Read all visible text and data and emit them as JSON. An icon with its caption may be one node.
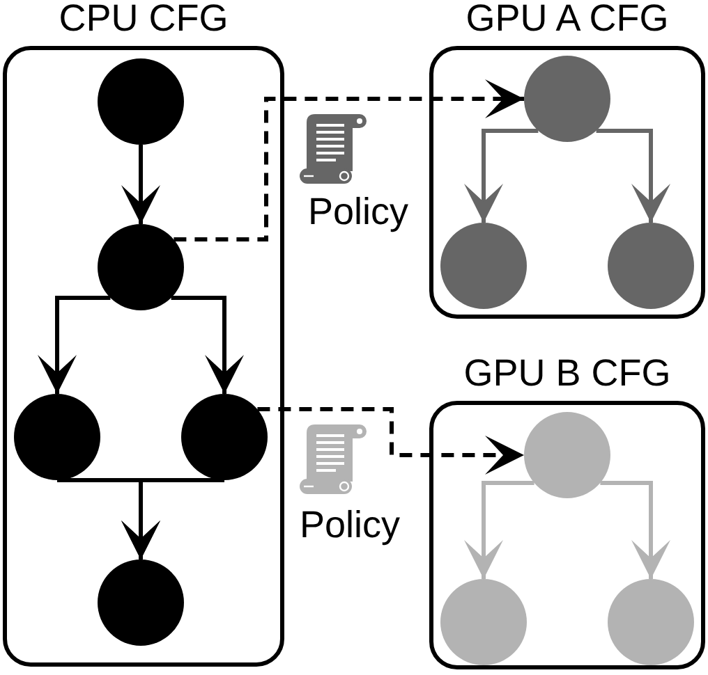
{
  "diagram": {
    "nodes": [
      {
        "text": [
          "CPU CFG"
        ]
      },
      {
        "text": [],
        "shape": "circle",
        "in": 0
      },
      {
        "text": [],
        "shape": "circle",
        "in": 0
      },
      {
        "text": [],
        "shape": "circle",
        "in": 0
      },
      {
        "text": [],
        "shape": "circle",
        "in": 0
      },
      {
        "text": [],
        "shape": "circle",
        "in": 0
      },
      {
        "text": [
          "GPU A CFG"
        ]
      },
      {
        "text": [],
        "shape": "circle",
        "in": 6
      },
      {
        "text": [],
        "shape": "circle",
        "in": 6
      },
      {
        "text": [],
        "shape": "circle",
        "in": 6
      },
      {
        "text": [
          "GPU B CFG"
        ]
      },
      {
        "text": [],
        "shape": "circle",
        "in": 10
      },
      {
        "text": [],
        "shape": "circle",
        "in": 10
      },
      {
        "text": [],
        "shape": "circle",
        "in": 10
      }
    ],
    "edges": [
      {
        "from": 1,
        "to": 2,
        "arrow": "to"
      },
      {
        "from": 2,
        "to": 3,
        "arrow": "to"
      },
      {
        "from": 2,
        "to": 4,
        "arrow": "to"
      },
      {
        "from": 3,
        "to": 5,
        "arrow": "to"
      },
      {
        "from": 4,
        "to": 5,
        "arrow": "to"
      },
      {
        "from": 2,
        "to": 7,
        "arrow": "to",
        "style": "dashed",
        "label": "Policy"
      },
      {
        "from": 7,
        "to": 8,
        "arrow": "to",
        "color": "#666666"
      },
      {
        "from": 7,
        "to": 9,
        "arrow": "to",
        "color": "#666666"
      },
      {
        "from": 4,
        "to": 11,
        "arrow": "to",
        "style": "dashed",
        "label": "Policy"
      },
      {
        "from": 11,
        "to": 12,
        "arrow": "to",
        "color": "#b3b3b3"
      },
      {
        "from": 11,
        "to": 13,
        "arrow": "to",
        "color": "#b3b3b3"
      }
    ]
  }
}
